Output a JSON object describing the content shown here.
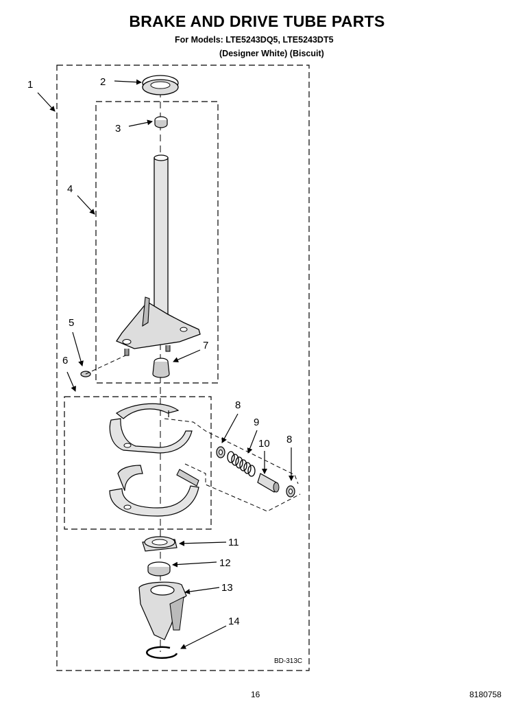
{
  "header": {
    "title": "BRAKE AND DRIVE TUBE PARTS",
    "models": "For Models: LTE5243DQ5, LTE5243DT5",
    "colors": "(Designer White)  (Biscuit)"
  },
  "callouts": [
    "1",
    "2",
    "3",
    "4",
    "5",
    "6",
    "7",
    "8",
    "9",
    "10",
    "8",
    "11",
    "12",
    "13",
    "14"
  ],
  "footer": {
    "ref_code": "BD-313C",
    "page_number": "16",
    "doc_number": "8180758"
  }
}
